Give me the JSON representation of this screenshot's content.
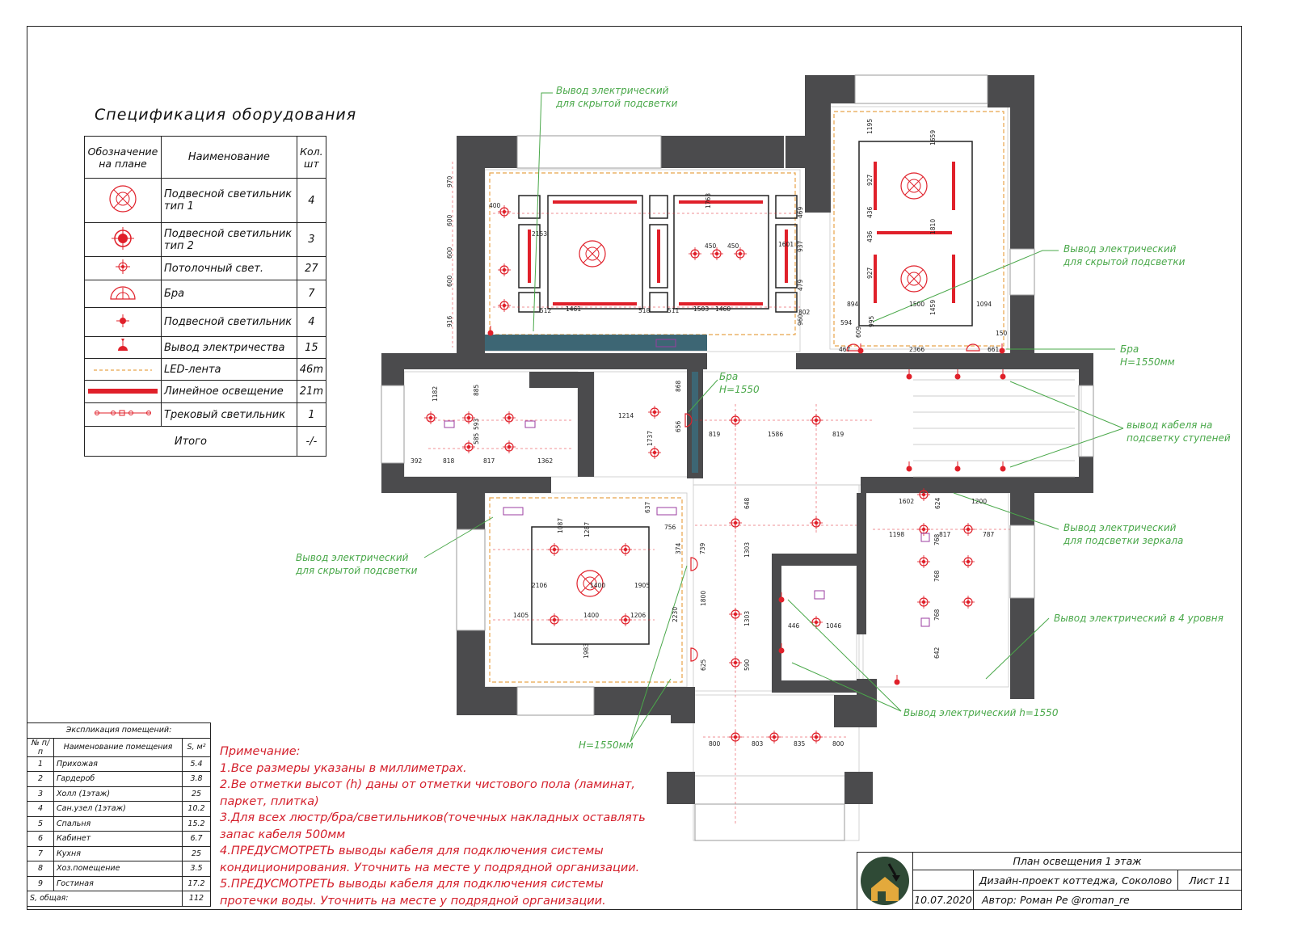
{
  "spec": {
    "title": "Спецификация оборудования",
    "headers": {
      "symbol": "Обозначение на плане",
      "name": "Наименование",
      "qty": "Кол. шт"
    },
    "rows": [
      {
        "icon": "pendant-lamp-type1-icon",
        "name": "Подвесной светильник тип 1",
        "qty": "4"
      },
      {
        "icon": "pendant-lamp-type2-icon",
        "name": "Подвесной светильник тип 2",
        "qty": "3"
      },
      {
        "icon": "ceiling-light-icon",
        "name": "Потолочный свет.",
        "qty": "27"
      },
      {
        "icon": "sconce-icon",
        "name": "Бра",
        "qty": "7"
      },
      {
        "icon": "pendant-lamp-icon",
        "name": "Подвесной светильник",
        "qty": "4"
      },
      {
        "icon": "power-outlet-icon",
        "name": "Вывод электричества",
        "qty": "15"
      },
      {
        "icon": "led-strip-icon",
        "name": "LED-лента",
        "qty": "46m"
      },
      {
        "icon": "linear-light-icon",
        "name": "Линейное освещение",
        "qty": "21m"
      },
      {
        "icon": "track-light-icon",
        "name": "Трековый светильник",
        "qty": "1"
      }
    ],
    "total_label": "Итого",
    "total_value": "-/-"
  },
  "explication": {
    "title": "Экспликация помещений:",
    "headers": {
      "num": "№ п/п",
      "name": "Наименование помещения",
      "area": "S, м²"
    },
    "rows": [
      {
        "num": "1",
        "name": "Прихожая",
        "area": "5.4"
      },
      {
        "num": "2",
        "name": "Гардероб",
        "area": "3.8"
      },
      {
        "num": "3",
        "name": "Холл (1этаж)",
        "area": "25"
      },
      {
        "num": "4",
        "name": "Сан.узел (1этаж)",
        "area": "10.2"
      },
      {
        "num": "5",
        "name": "Спальня",
        "area": "15.2"
      },
      {
        "num": "6",
        "name": "Кабинет",
        "area": "6.7"
      },
      {
        "num": "7",
        "name": "Кухня",
        "area": "25"
      },
      {
        "num": "8",
        "name": "Хоз.помещение",
        "area": "3.5"
      },
      {
        "num": "9",
        "name": "Гостиная",
        "area": "17.2"
      }
    ],
    "total_label": "S, общая:",
    "total_value": "112"
  },
  "notes": {
    "title": "Примечание:",
    "items": [
      "1.Все размеры указаны в миллиметрах.",
      "2.Ве отметки высот (h) даны от отметки чистового пола (ламинат, паркет, плитка)",
      "3.Для всех люстр/бра/светильников(точечных накладных оставлять запас кабеля 500мм",
      "4.ПРЕДУСМОТРЕТЬ выводы кабеля для подключения системы кондиционирования. Уточнить на месте у подрядной организации.",
      "5.ПРЕДУСМОТРЕТЬ выводы кабеля для подключения системы протечки воды. Уточнить на месте у подрядной организации."
    ]
  },
  "stamp": {
    "sheet_title": "План освещения 1 этаж",
    "project": "Дизайн-проект коттеджа, Соколово",
    "sheet": "Лист 11",
    "date": "10.07.2020",
    "author": "Автор: Роман Ре @roman_re"
  },
  "callouts": {
    "c1": "Вывод электрический для скрытой подсветки",
    "c2": "Вывод электрический для скрытой подсветки",
    "c3": "Бра H=1550мм",
    "c4": "Бра H=1550",
    "c5": "вывод кабеля на подсветку ступеней",
    "c6": "Вывод электрический для подсветки зеркала",
    "c7": "Вывод электрический для скрытой подсветки",
    "c8": "Вывод электрический в 4 уровня",
    "c9": "Вывод электрический h=1550",
    "c10": "H=1550мм"
  },
  "dimensions": [
    "970",
    "600",
    "600",
    "600",
    "916",
    "400",
    "2153",
    "1461",
    "1763",
    "1503",
    "1460",
    "450",
    "450",
    "1601",
    "469",
    "937",
    "479",
    "960",
    "802",
    "518",
    "511",
    "512",
    "1195",
    "1659",
    "927",
    "436",
    "436",
    "927",
    "1810",
    "1500",
    "894",
    "1094",
    "1459",
    "2366",
    "594",
    "467",
    "609",
    "995",
    "661",
    "150",
    "1182",
    "885",
    "593",
    "585",
    "392",
    "818",
    "817",
    "1362",
    "1214",
    "1737",
    "868",
    "656",
    "819",
    "1586",
    "819",
    "1087",
    "1287",
    "1400",
    "2106",
    "1905",
    "1405",
    "1400",
    "1206",
    "637",
    "756",
    "374",
    "739",
    "2230",
    "1800",
    "625",
    "1303",
    "1303",
    "648",
    "590",
    "1983",
    "1602",
    "624",
    "1200",
    "1198",
    "817",
    "787",
    "768",
    "768",
    "768",
    "642",
    "446",
    "1046",
    "800",
    "803",
    "835",
    "800"
  ],
  "colors": {
    "wall": "#4b4b4d",
    "red": "#e0202a",
    "green": "#4aa84a",
    "led": "#e8a44a",
    "teal": "#3d6674"
  }
}
